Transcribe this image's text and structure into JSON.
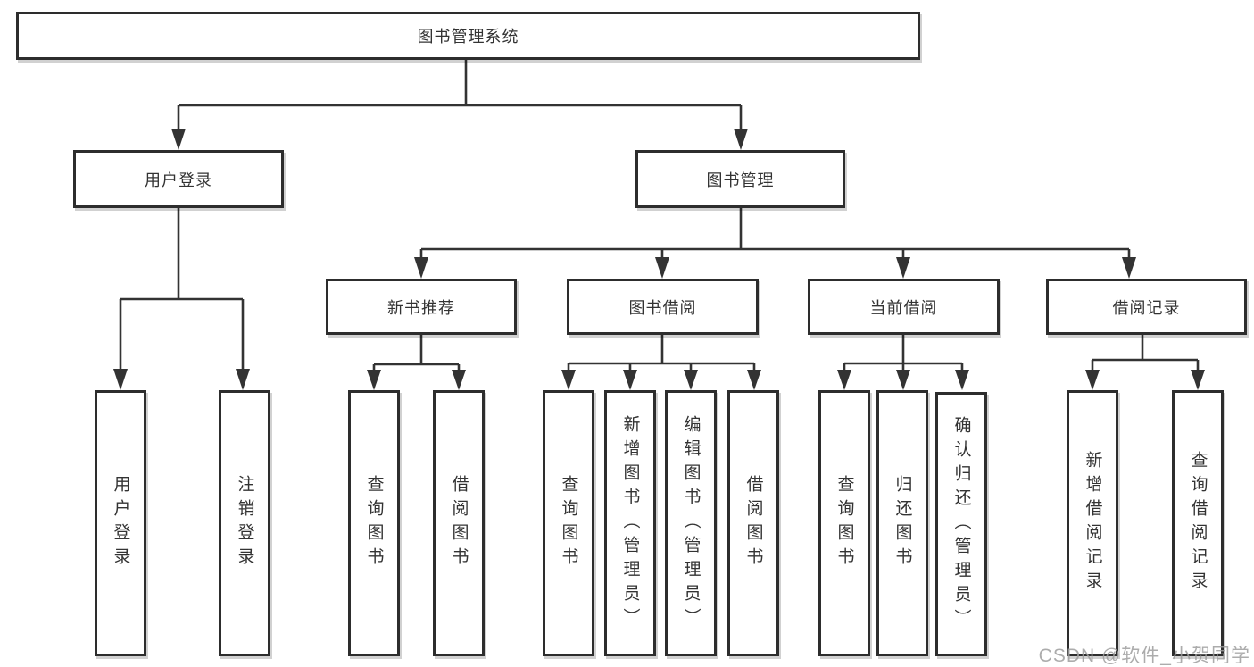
{
  "diagram": {
    "title_node": {
      "label": "图书管理系统"
    },
    "level1": [
      {
        "label": "用户登录"
      },
      {
        "label": "图书管理"
      }
    ],
    "level2": [
      {
        "label": "新书推荐",
        "parent": "图书管理"
      },
      {
        "label": "图书借阅",
        "parent": "图书管理"
      },
      {
        "label": "当前借阅",
        "parent": "图书管理"
      },
      {
        "label": "借阅记录",
        "parent": "图书管理"
      }
    ],
    "leaves": [
      {
        "label": "用户登录",
        "parent": "用户登录"
      },
      {
        "label": "注销登录",
        "parent": "用户登录"
      },
      {
        "label": "查询图书",
        "parent": "新书推荐"
      },
      {
        "label": "借阅图书",
        "parent": "新书推荐"
      },
      {
        "label": "查询图书",
        "parent": "图书借阅"
      },
      {
        "label": "新增图书（管理员）",
        "parent": "图书借阅"
      },
      {
        "label": "编辑图书（管理员）",
        "parent": "图书借阅"
      },
      {
        "label": "借阅图书",
        "parent": "图书借阅"
      },
      {
        "label": "查询图书",
        "parent": "当前借阅"
      },
      {
        "label": "归还图书",
        "parent": "当前借阅"
      },
      {
        "label": "确认归还（管理员）",
        "parent": "当前借阅"
      },
      {
        "label": "新增借阅记录",
        "parent": "借阅记录"
      },
      {
        "label": "查询借阅记录",
        "parent": "借阅记录"
      }
    ]
  },
  "watermark": {
    "text": "CSDN @软件_小贺同学"
  },
  "colors": {
    "line": "#333333",
    "box_border": "#2d2d2d",
    "text": "#333333",
    "watermark": "#9e9e9e",
    "background": "#ffffff"
  }
}
